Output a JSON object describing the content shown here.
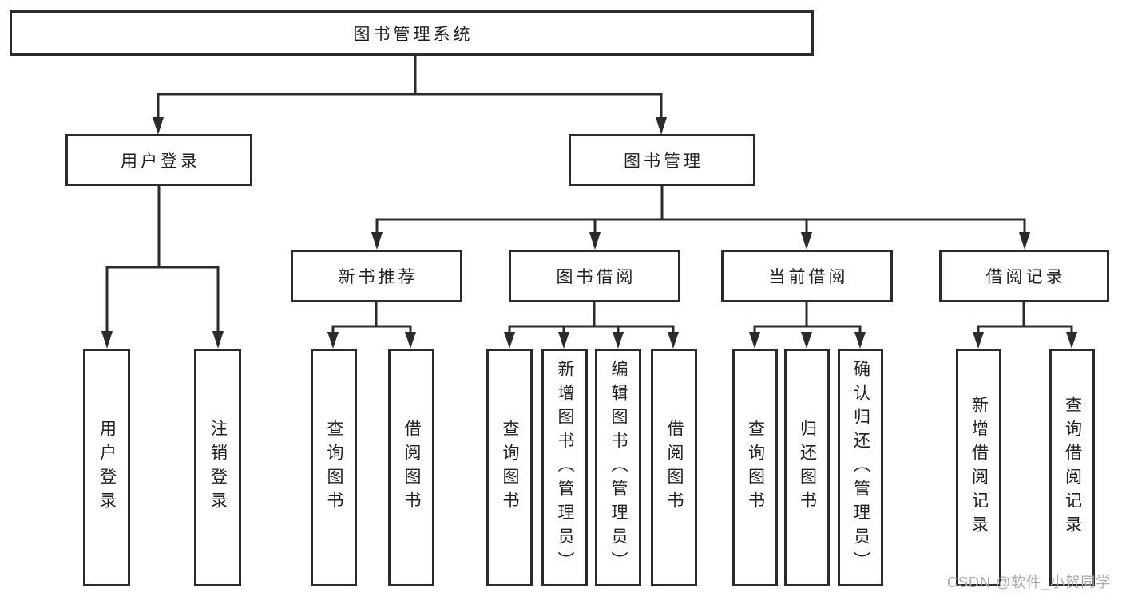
{
  "nodes": {
    "root": "图书管理系统",
    "user_login": "用户登录",
    "book_management": "图书管理",
    "new_book_recommend": "新书推荐",
    "book_borrow": "图书借阅",
    "current_borrow": "当前借阅",
    "borrow_record": "借阅记录",
    "leaf_user_login": "用户登录",
    "leaf_logout": "注销登录",
    "leaf_recommend_query_book": "查询图书",
    "leaf_recommend_borrow_book": "借阅图书",
    "leaf_borrow_query_book": "查询图书",
    "leaf_borrow_add_book": "新增图书（管理员）",
    "leaf_borrow_edit_book": "编辑图书（管理员）",
    "leaf_borrow_borrow_book": "借阅图书",
    "leaf_current_query_book": "查询图书",
    "leaf_current_return_book": "归还图书",
    "leaf_current_confirm_return": "确认归还（管理员）",
    "leaf_record_add_record": "新增借阅记录",
    "leaf_record_query_record": "查询借阅记录"
  },
  "watermark": "CSDN @软件_小贺同学",
  "colors": {
    "line": "#2b2b2b",
    "text": "#1f1f1f",
    "background": "#ffffff",
    "watermark": "#a9a9a9"
  }
}
